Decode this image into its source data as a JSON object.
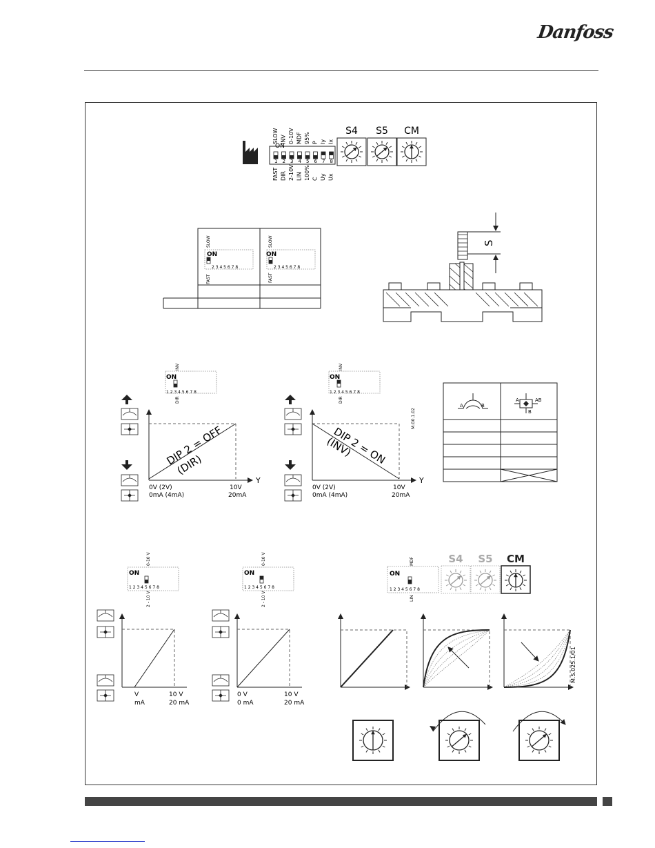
{
  "header": {
    "logo_text": "Danfoss"
  },
  "dip_main": {
    "on_label": "ON",
    "top_labels": [
      "SLOW",
      "INV",
      "0-10V",
      "MDF",
      "95%",
      "P",
      "Iy",
      "Ix"
    ],
    "bottom_labels": [
      "FAST",
      "DIR",
      "2-10V",
      "LIN",
      "100%",
      "C",
      "Uy",
      "Ux"
    ],
    "numbers": [
      "1",
      "2",
      "3",
      "4",
      "5",
      "6",
      "7",
      "8"
    ],
    "dials": [
      "S4",
      "S5",
      "CM"
    ]
  },
  "speed_table": {
    "on_label": "ON",
    "left": {
      "top": "SLOW",
      "bottom": "FAST",
      "numbers": "2 3 4 5 6 7 8"
    },
    "right": {
      "top": "SLOW",
      "bottom": "FAST",
      "numbers": "2 3 4 5 6 7 8"
    }
  },
  "stroke_figure": {
    "label": "S"
  },
  "dir_inv": {
    "left": {
      "top_label": "INV",
      "bottom_label": "DIR",
      "on_label": "ON",
      "numbers": "1 2 3 4 5 6 7 8",
      "curve_label_1": "DIP 2 = OFF",
      "curve_label_2": "(DIR)",
      "axis_label": "Y",
      "x_start_1": "0V (2V)",
      "x_start_2": "0mA (4mA)",
      "x_end_1": "10V",
      "x_end_2": "20mA"
    },
    "right": {
      "top_label": "INV",
      "bottom_label": "DIR",
      "on_label": "ON",
      "numbers": "1 2 3 4 5 6 7 8",
      "curve_label_1": "DIP 2 = ON",
      "curve_label_2": "(INV)",
      "axis_label": "Y",
      "x_start_1": "0V (2V)",
      "x_start_2": "0mA (4mA)",
      "x_end_1": "10V",
      "x_end_2": "20mA",
      "ref": "M.G0.1.02"
    }
  },
  "valve_table": {
    "port_a": "A",
    "port_b": "B",
    "port_ab": "AB"
  },
  "range": {
    "left": {
      "top_label": "0-10 V",
      "bottom_label": "2 - 10 V",
      "on_label": "ON",
      "numbers": "1 2 3 4 5 6 7 8",
      "x_start_1": "V",
      "x_start_2": "mA",
      "x_end_1": "10  V",
      "x_end_2": "20  mA"
    },
    "middle": {
      "top_label": "0-10 V",
      "bottom_label": "2 - 10 V",
      "on_label": "ON",
      "numbers": "1 2 3 4 5 6 7 8",
      "x_start_1": "0  V",
      "x_start_2": "0  mA",
      "x_end_1": "10  V",
      "x_end_2": "20  mA"
    }
  },
  "characteristic": {
    "top_label": "MDF",
    "bottom_label": "LIN",
    "on_label": "ON",
    "numbers": "1 2 3 4 5 6 7 8",
    "dials": [
      "S4",
      "S5",
      "CM"
    ],
    "ref": "M.S.025.1/01"
  }
}
